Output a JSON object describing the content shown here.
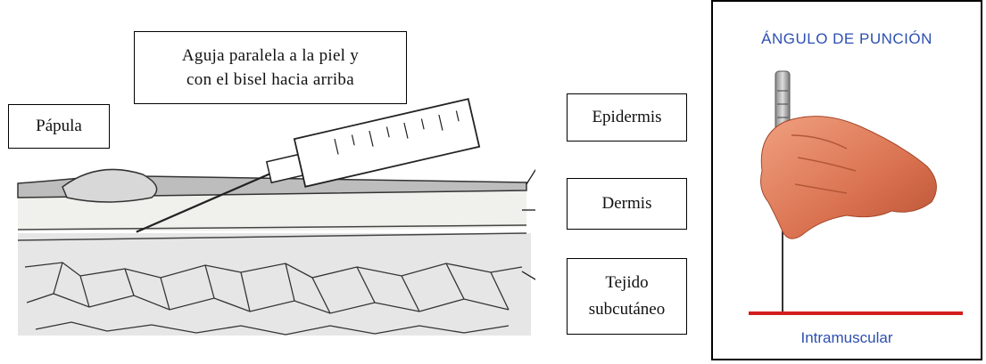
{
  "diagram": {
    "needle_text_line1": "Aguja paralela a la piel y",
    "needle_text_line2": "con el bisel hacia arriba",
    "papula": "Pápula",
    "epidermis": "Epidermis",
    "dermis": "Dermis",
    "tejido_line1": "Tejido",
    "tejido_line2": "subcutáneo"
  },
  "panel": {
    "title": "ÁNGULO DE PUNCIÓN",
    "caption": "Intramuscular",
    "title_color": "#2d4fb0",
    "line_color": "#d21e1e"
  }
}
